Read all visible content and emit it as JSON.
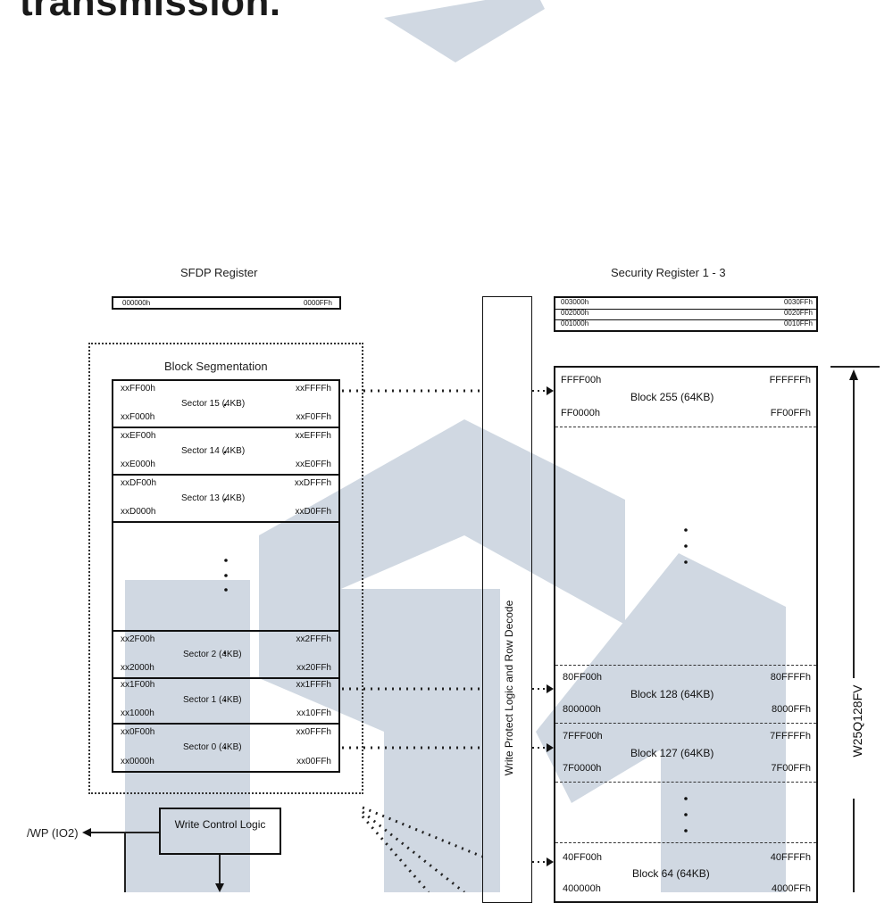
{
  "heading": "transmission.",
  "sfdp": {
    "title": "SFDP Register",
    "start": "000000h",
    "end": "0000FFh"
  },
  "security": {
    "title": "Security Register 1 - 3",
    "rows": [
      {
        "start": "003000h",
        "end": "0030FFh"
      },
      {
        "start": "002000h",
        "end": "0020FFh"
      },
      {
        "start": "001000h",
        "end": "0010FFh"
      }
    ]
  },
  "segmentation": {
    "title": "Block Segmentation",
    "sectors": [
      {
        "top": "xxFF00h",
        "label": "Sector 15 (4KB)",
        "top_r": "xxFFFFh",
        "bot": "xxF000h",
        "bot_r": "xxF0FFh"
      },
      {
        "top": "xxEF00h",
        "label": "Sector 14 (4KB)",
        "top_r": "xxEFFFh",
        "bot": "xxE000h",
        "bot_r": "xxE0FFh"
      },
      {
        "top": "xxDF00h",
        "label": "Sector 13 (4KB)",
        "top_r": "xxDFFFh",
        "bot": "xxD000h",
        "bot_r": "xxD0FFh"
      },
      {
        "top": "xx2F00h",
        "label": "Sector 2 (4KB)",
        "top_r": "xx2FFFh",
        "bot": "xx2000h",
        "bot_r": "xx20FFh"
      },
      {
        "top": "xx1F00h",
        "label": "Sector 1 (4KB)",
        "top_r": "xx1FFFh",
        "bot": "xx1000h",
        "bot_r": "xx10FFh"
      },
      {
        "top": "xx0F00h",
        "label": "Sector 0 (4KB)",
        "top_r": "xx0FFFh",
        "bot": "xx0000h",
        "bot_r": "xx00FFh"
      }
    ]
  },
  "blocks": [
    {
      "top": "FFFF00h",
      "label": "Block 255 (64KB)",
      "top_r": "FFFFFFh",
      "bot": "FF0000h",
      "bot_r": "FF00FFh"
    },
    {
      "top": "80FF00h",
      "label": "Block 128 (64KB)",
      "top_r": "80FFFFh",
      "bot": "800000h",
      "bot_r": "8000FFh"
    },
    {
      "top": "7FFF00h",
      "label": "Block 127 (64KB)",
      "top_r": "7FFFFFh",
      "bot": "7F0000h",
      "bot_r": "7F00FFh"
    },
    {
      "top": "40FF00h",
      "label": "Block 64 (64KB)",
      "top_r": "40FFFFh",
      "bot": "400000h",
      "bot_r": "4000FFh"
    }
  ],
  "decode_label": "Write Protect Logic and Row Decode",
  "chip_label": "W25Q128FV",
  "wp_pin": "/WP (IO2)",
  "write_control": "Write Control Logic",
  "colors": {
    "watermark": "#6f8aa8",
    "line": "#111111"
  }
}
